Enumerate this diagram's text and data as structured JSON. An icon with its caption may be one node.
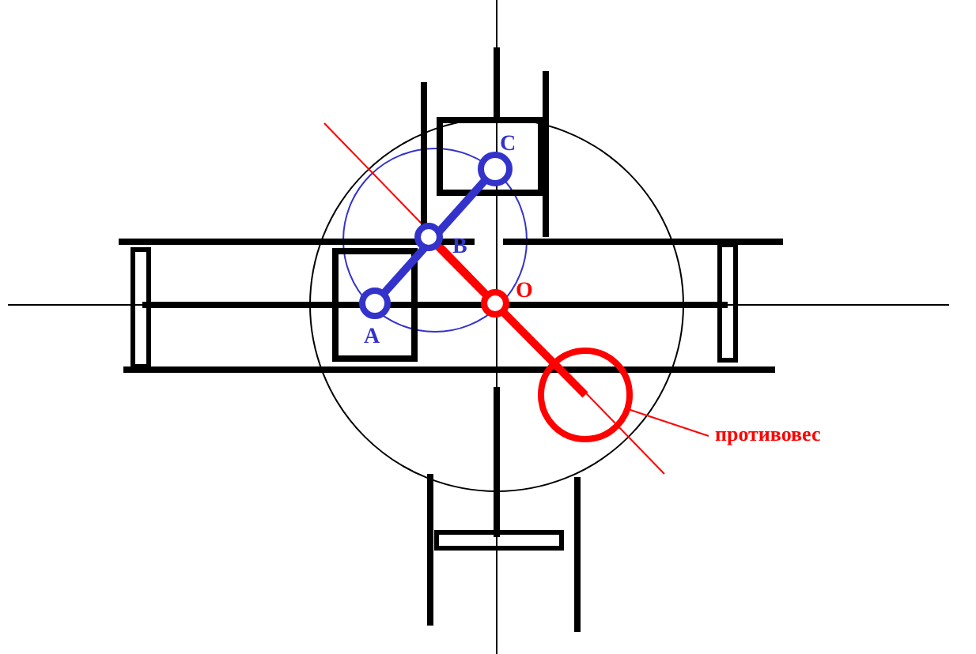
{
  "diagram": {
    "nodes": [
      {
        "text": [
          "противовес"
        ]
      },
      {
        "text": [],
        "shape": "circle"
      }
    ],
    "edges": [
      {
        "from": 0,
        "to": 1,
        "arrow": "none"
      }
    ],
    "labels": [
      "C",
      "B",
      "O",
      "A"
    ]
  }
}
